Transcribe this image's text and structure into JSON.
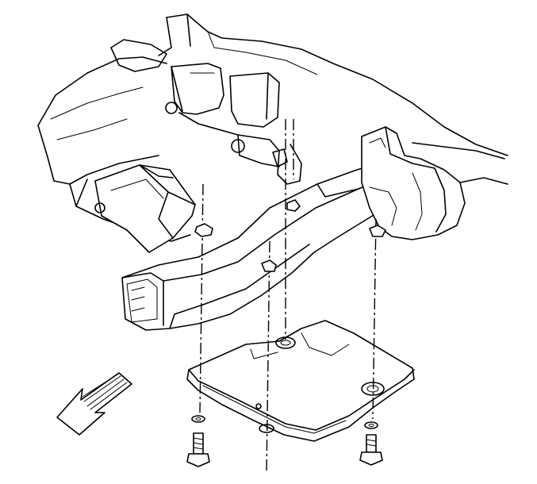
{
  "diagram": {
    "caption": "",
    "components": [
      "vehicle-frame",
      "crossmember",
      "transmission-mount",
      "skid-plate",
      "mounting-bolt",
      "washer",
      "weld-nut"
    ],
    "direction_indicator": "front-arrow-icon"
  }
}
